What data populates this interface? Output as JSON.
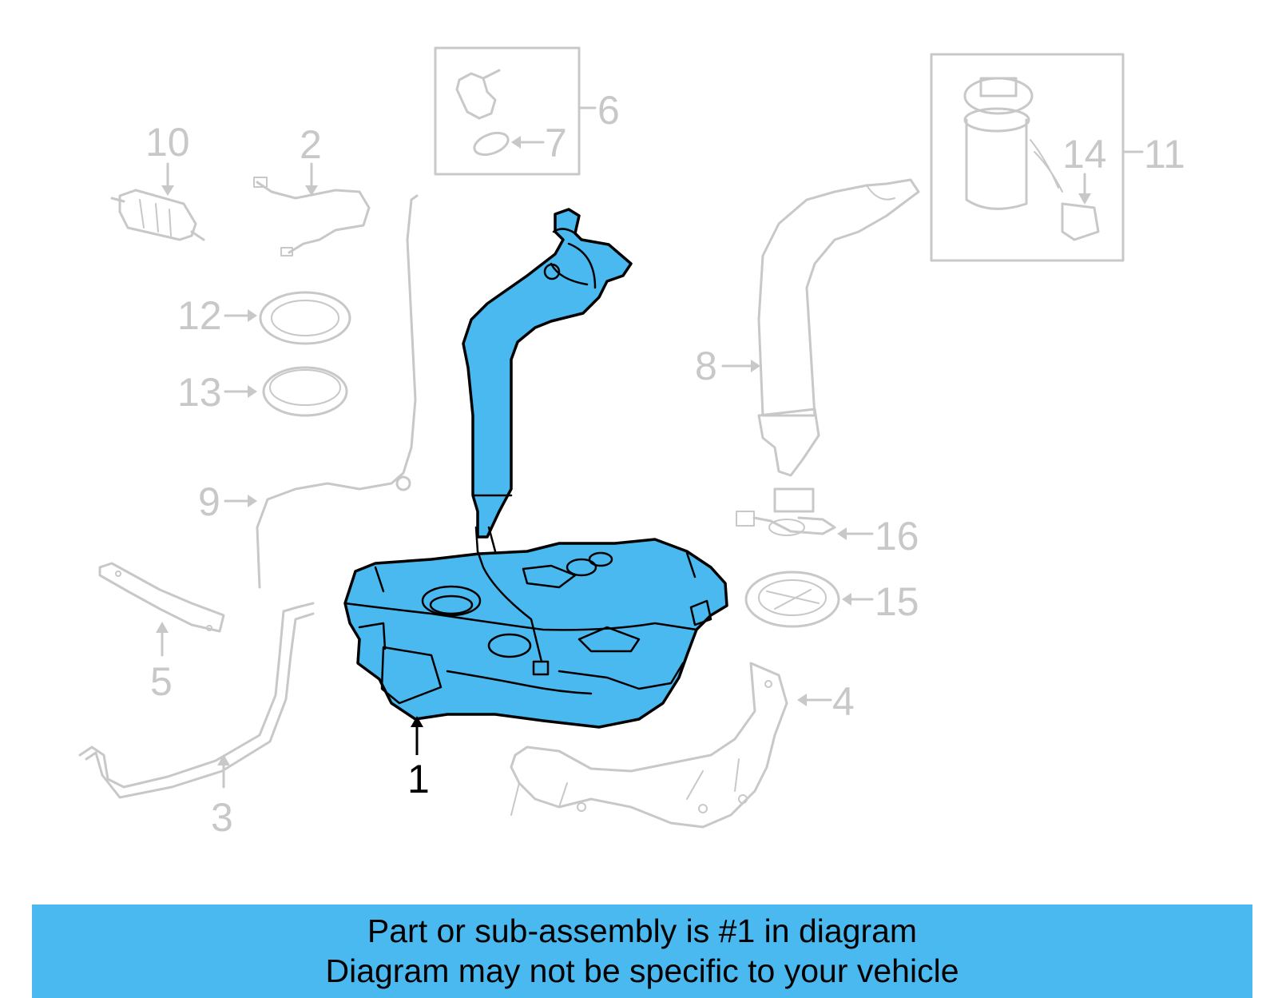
{
  "colors": {
    "highlight": "#4ab9ef",
    "ghost": "#c8c8c8",
    "ink": "#000000",
    "banner": "#4ab9ef"
  },
  "callouts": {
    "c1": "1",
    "c2": "2",
    "c3": "3",
    "c4": "4",
    "c5": "5",
    "c6": "6",
    "c7": "7",
    "c8": "8",
    "c9": "9",
    "c10": "10",
    "c11": "11",
    "c12": "12",
    "c13": "13",
    "c14": "14",
    "c15": "15",
    "c16": "16"
  },
  "banner": {
    "line1": "Part or sub-assembly is #1 in diagram",
    "line2": "Diagram may not be specific to your vehicle"
  }
}
